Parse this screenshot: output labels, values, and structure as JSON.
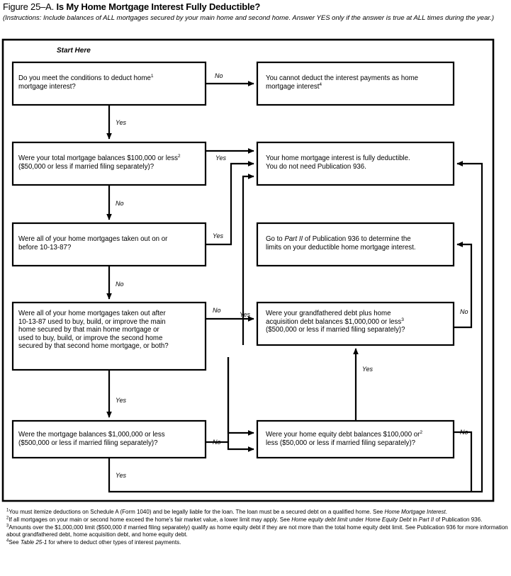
{
  "header": {
    "figure_number": "Figure 25–A.",
    "title": "Is My Home Mortgage Interest Fully Deductible?",
    "instructions": "(Instructions: Include balances of ALL mortgages secured by your main home and second home. Answer YES only if the answer is true at ALL times during the year.)"
  },
  "start_label": "Start Here",
  "nodes": {
    "q1": {
      "id": "q1",
      "lines": [
        "Do you meet the conditions to deduct home",
        "mortgage interest?"
      ],
      "footnote_marker": "1",
      "marker_after_line": 0
    },
    "t1": {
      "id": "t1",
      "lines": [
        "You cannot deduct the interest payments as home",
        "mortgage interest"
      ],
      "footnote_marker": "4",
      "marker_after_line": 1
    },
    "q2": {
      "id": "q2",
      "lines": [
        "Were your total mortgage balances $100,000 or less",
        "($50,000 or less if married filing separately)?"
      ],
      "footnote_marker": "2",
      "marker_after_line": 0
    },
    "t2": {
      "id": "t2",
      "lines": [
        "Your home mortgage interest is fully deductible.",
        "You do not need Publication 936."
      ]
    },
    "q3": {
      "id": "q3",
      "lines": [
        "Were all of your home mortgages taken out on or",
        "before 10-13-87?"
      ]
    },
    "t3": {
      "id": "t3",
      "lines": [
        "Go to Part II of Publication 936 to determine the",
        "limits on your deductible home mortgage interest."
      ],
      "italic_part": "Part II"
    },
    "q4": {
      "id": "q4",
      "lines": [
        "Were all of your home mortgages taken out after",
        "10-13-87 used to buy, build, or improve the main",
        "home secured by that main home mortgage or",
        "used to buy, build, or improve the second home",
        "secured by that second home mortgage, or both?"
      ]
    },
    "q5": {
      "id": "q5",
      "lines": [
        "Were your grandfathered debt plus home",
        "acquisition debt balances $1,000,000 or less",
        "($500,000 or less if married filing separately)?"
      ],
      "footnote_marker": "3",
      "marker_after_line": 1
    },
    "q6": {
      "id": "q6",
      "lines": [
        "Were the mortgage balances $1,000,000 or less",
        "($500,000 or less if married filing separately)?"
      ]
    },
    "q7": {
      "id": "q7",
      "lines": [
        "Were your home equity debt balances $100,000 or",
        "less ($50,000 or less if married filing separately)?"
      ],
      "footnote_marker": "2",
      "marker_after_line": 0,
      "marker_inline": true
    }
  },
  "edges": {
    "q1_no": "No",
    "q1_yes": "Yes",
    "q2_yes": "Yes",
    "q2_no": "No",
    "q3_yes": "Yes",
    "q3_no": "No",
    "q4_no": "No",
    "q4_yes_right": "Yes",
    "q4_yes_down": "Yes",
    "q5_no": "No",
    "q5_yes_up": "Yes",
    "q6_no": "No",
    "q6_yes": "Yes",
    "q7_no": "No"
  },
  "footnotes": [
    {
      "marker": "1",
      "segments": [
        {
          "text": "You must itemize deductions on Schedule A (Form 1040) and be legally liable for the loan. The loan must be a secured debt on a qualified home. See ",
          "italic": false
        },
        {
          "text": "Home Mortgage Interest",
          "italic": true
        },
        {
          "text": ".",
          "italic": false
        }
      ]
    },
    {
      "marker": "2",
      "segments": [
        {
          "text": "If all mortgages on your main or second home exceed the home's fair market value, a lower limit may apply. See ",
          "italic": false
        },
        {
          "text": "Home equity debt limit",
          "italic": true
        },
        {
          "text": " under ",
          "italic": false
        },
        {
          "text": "Home Equity Debt",
          "italic": true
        },
        {
          "text": " in ",
          "italic": false
        },
        {
          "text": "Part II",
          "italic": true
        },
        {
          "text": " of Publication 936.",
          "italic": false
        }
      ]
    },
    {
      "marker": "3",
      "segments": [
        {
          "text": "Amounts over the $1,000,000 limit ($500,000 if married filing separately) qualify as home equity debt if they are not more than the total home equity debt limit. See Publication 936 for more information about grandfathered debt, home acquisition debt, and home equity debt.",
          "italic": false
        }
      ]
    },
    {
      "marker": "4",
      "segments": [
        {
          "text": "See ",
          "italic": false
        },
        {
          "text": "Table 25-1",
          "italic": true
        },
        {
          "text": " for where to deduct other types of interest payments.",
          "italic": false
        }
      ]
    }
  ],
  "colors": {
    "line": "#000000",
    "background": "#ffffff",
    "text": "#000000"
  }
}
